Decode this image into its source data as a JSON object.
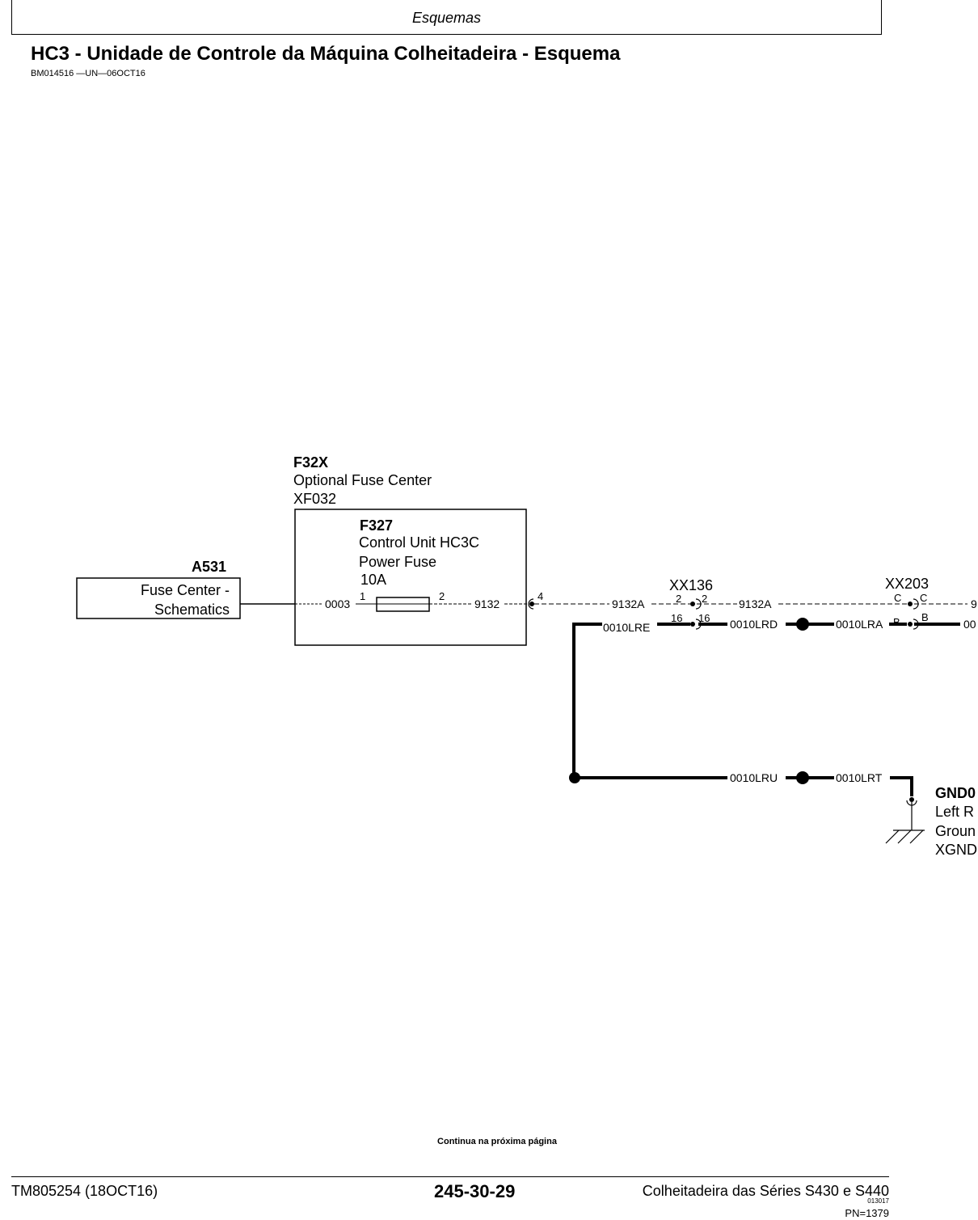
{
  "header": {
    "section": "Esquemas"
  },
  "title": "HC3 - Unidade de Controle da Máquina Colheitadeira - Esquema",
  "figure_id": "BM014516 —UN—06OCT16",
  "schematic": {
    "a531": {
      "id": "A531",
      "line1": "Fuse Center -",
      "line2": "Schematics"
    },
    "f32x": {
      "id": "F32X",
      "name": "Optional Fuse Center",
      "connector": "XF032"
    },
    "f327": {
      "id": "F327",
      "line1": "Control Unit HC3C",
      "line2": "Power Fuse",
      "rating": "10A"
    },
    "wires": {
      "w0003": "0003",
      "w9132": "9132",
      "w9132a_1": "9132A",
      "w9132a_2": "9132A",
      "w9_cut": "9",
      "lre": "0010LRE",
      "lrd": "0010LRD",
      "lra": "0010LRA",
      "w00_cut": "00",
      "lru": "0010LRU",
      "lrt": "0010LRT"
    },
    "pins": {
      "fuse_in": "1",
      "fuse_out": "2",
      "xf032_out": "4",
      "xx136_a_left": "2",
      "xx136_a_right": "2",
      "xx136_b_left": "16",
      "xx136_b_right": "16",
      "xx203_c_left": "C",
      "xx203_c_right": "C",
      "xx203_b_left": "B",
      "xx203_b_right": "B"
    },
    "xx136": {
      "id": "XX136"
    },
    "xx203": {
      "id": "XX203"
    },
    "gnd": {
      "id": "GND0",
      "line1": "Left R",
      "line2": "Groun",
      "line3": "XGND"
    }
  },
  "footer": {
    "continue_note": "Continua na próxima página",
    "manual": "TM805254 (18OCT16)",
    "page": "245-30-29",
    "series": "Colheitadeira das Séries S430 e S440",
    "code": "013017",
    "pn": "PN=1379"
  }
}
